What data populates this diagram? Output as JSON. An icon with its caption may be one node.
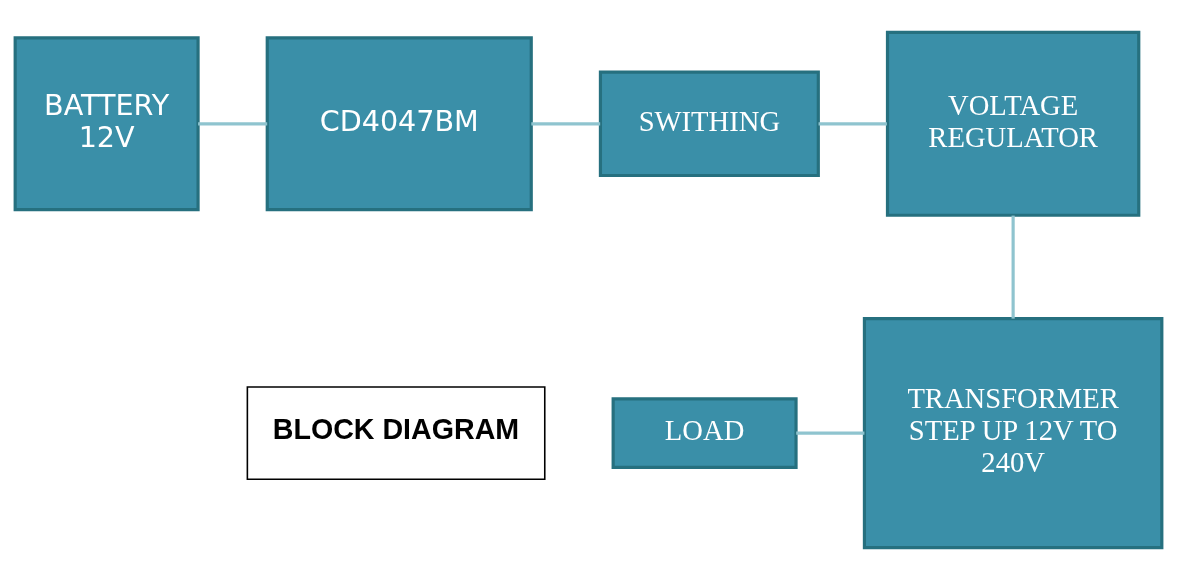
{
  "diagram": {
    "nodes": [
      {
        "text": [
          "BATTERY 12V"
        ]
      },
      {
        "text": [
          "CD4047BM"
        ]
      },
      {
        "text": [
          "SWITHING"
        ]
      },
      {
        "text": [
          "VOLTAGE REGULATOR"
        ]
      },
      {
        "text": [
          "TRANSFORMER STEP UP 12V TO 240V"
        ]
      },
      {
        "text": [
          "LOAD"
        ]
      },
      {
        "text": [
          "BLOCK DIAGRAM"
        ]
      }
    ],
    "edges": [
      {
        "from": 0,
        "to": 1,
        "arrow": "none"
      },
      {
        "from": 1,
        "to": 2,
        "arrow": "none"
      },
      {
        "from": 2,
        "to": 3,
        "arrow": "none"
      },
      {
        "from": 3,
        "to": 4,
        "arrow": "none"
      },
      {
        "from": 5,
        "to": 4,
        "arrow": "none"
      }
    ]
  }
}
